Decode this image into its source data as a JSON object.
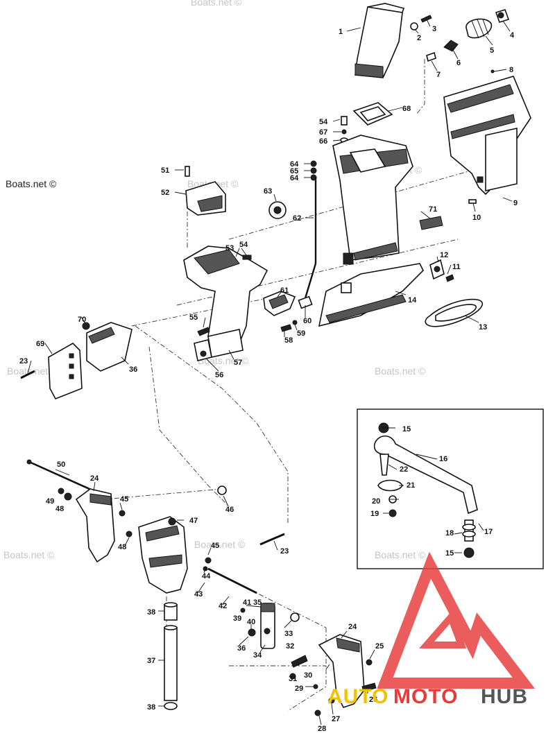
{
  "watermarks": {
    "main": "Boats.net ©",
    "faint": "Boats.net ©"
  },
  "brand": {
    "part1": "AUTO",
    "part2": "MOTO",
    "part3": "HUB",
    "color_auto": "#f2c200",
    "color_moto": "#e83a3a",
    "color_hub": "#555555",
    "logo_color": "#e84040"
  },
  "callouts": [
    {
      "id": "c1",
      "text": "1"
    },
    {
      "id": "c2",
      "text": "2"
    },
    {
      "id": "c3",
      "text": "3"
    },
    {
      "id": "c4",
      "text": "4"
    },
    {
      "id": "c5",
      "text": "5"
    },
    {
      "id": "c6",
      "text": "6"
    },
    {
      "id": "c7",
      "text": "7"
    },
    {
      "id": "c8",
      "text": "8"
    },
    {
      "id": "c9",
      "text": "9"
    },
    {
      "id": "c10",
      "text": "10"
    },
    {
      "id": "c11",
      "text": "11"
    },
    {
      "id": "c12",
      "text": "12"
    },
    {
      "id": "c13",
      "text": "13"
    },
    {
      "id": "c14",
      "text": "14"
    },
    {
      "id": "c15a",
      "text": "15"
    },
    {
      "id": "c15b",
      "text": "15"
    },
    {
      "id": "c16",
      "text": "16"
    },
    {
      "id": "c17",
      "text": "17"
    },
    {
      "id": "c18",
      "text": "18"
    },
    {
      "id": "c19",
      "text": "19"
    },
    {
      "id": "c20",
      "text": "20"
    },
    {
      "id": "c21",
      "text": "21"
    },
    {
      "id": "c22",
      "text": "22"
    },
    {
      "id": "c23a",
      "text": "23"
    },
    {
      "id": "c23b",
      "text": "23"
    },
    {
      "id": "c24a",
      "text": "24"
    },
    {
      "id": "c24b",
      "text": "24"
    },
    {
      "id": "c25",
      "text": "25"
    },
    {
      "id": "c26",
      "text": "26"
    },
    {
      "id": "c27",
      "text": "27"
    },
    {
      "id": "c28",
      "text": "28"
    },
    {
      "id": "c29",
      "text": "29"
    },
    {
      "id": "c30",
      "text": "30"
    },
    {
      "id": "c31",
      "text": "31"
    },
    {
      "id": "c32",
      "text": "32"
    },
    {
      "id": "c33",
      "text": "33"
    },
    {
      "id": "c34",
      "text": "34"
    },
    {
      "id": "c35",
      "text": "35"
    },
    {
      "id": "c36a",
      "text": "36"
    },
    {
      "id": "c36b",
      "text": "36"
    },
    {
      "id": "c37",
      "text": "37"
    },
    {
      "id": "c38a",
      "text": "38"
    },
    {
      "id": "c38b",
      "text": "38"
    },
    {
      "id": "c39",
      "text": "39"
    },
    {
      "id": "c40",
      "text": "40"
    },
    {
      "id": "c41",
      "text": "41"
    },
    {
      "id": "c42",
      "text": "42"
    },
    {
      "id": "c43",
      "text": "43"
    },
    {
      "id": "c44",
      "text": "44"
    },
    {
      "id": "c45a",
      "text": "45"
    },
    {
      "id": "c45b",
      "text": "45"
    },
    {
      "id": "c46a",
      "text": "46"
    },
    {
      "id": "c46b",
      "text": "46"
    },
    {
      "id": "c47",
      "text": "47"
    },
    {
      "id": "c48a",
      "text": "48"
    },
    {
      "id": "c48b",
      "text": "48"
    },
    {
      "id": "c49",
      "text": "49"
    },
    {
      "id": "c50",
      "text": "50"
    },
    {
      "id": "c51",
      "text": "51"
    },
    {
      "id": "c52",
      "text": "52"
    },
    {
      "id": "c53",
      "text": "53"
    },
    {
      "id": "c54a",
      "text": "54"
    },
    {
      "id": "c54b",
      "text": "54"
    },
    {
      "id": "c55",
      "text": "55"
    },
    {
      "id": "c56",
      "text": "56"
    },
    {
      "id": "c57",
      "text": "57"
    },
    {
      "id": "c58",
      "text": "58"
    },
    {
      "id": "c59",
      "text": "59"
    },
    {
      "id": "c60",
      "text": "60"
    },
    {
      "id": "c61",
      "text": "61"
    },
    {
      "id": "c62",
      "text": "62"
    },
    {
      "id": "c63",
      "text": "63"
    },
    {
      "id": "c64a",
      "text": "64"
    },
    {
      "id": "c64b",
      "text": "64"
    },
    {
      "id": "c65",
      "text": "65"
    },
    {
      "id": "c66",
      "text": "66"
    },
    {
      "id": "c67",
      "text": "67"
    },
    {
      "id": "c68",
      "text": "68"
    },
    {
      "id": "c69",
      "text": "69"
    },
    {
      "id": "c70",
      "text": "70"
    },
    {
      "id": "c71",
      "text": "71"
    }
  ]
}
